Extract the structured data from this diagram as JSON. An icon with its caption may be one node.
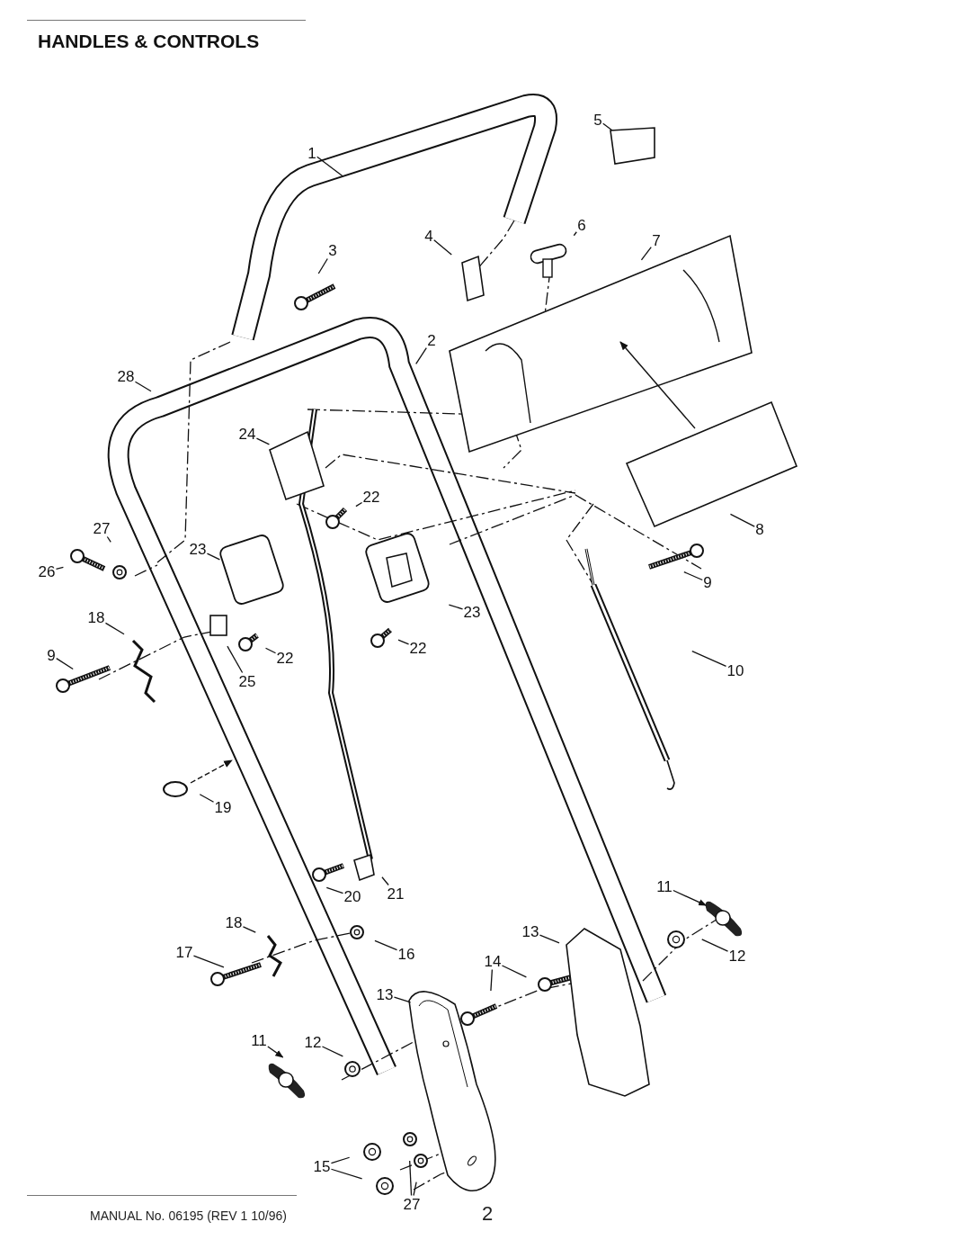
{
  "diagram": {
    "title": "HANDLES & CONTROLS",
    "nodes": [
      {
        "text": [
          "1"
        ]
      },
      {
        "text": [
          "5"
        ]
      },
      {
        "text": [
          "4"
        ]
      },
      {
        "text": [
          "6"
        ]
      },
      {
        "text": [
          "7"
        ]
      },
      {
        "text": [
          "3"
        ]
      },
      {
        "text": [
          "2"
        ]
      },
      {
        "text": [
          "28"
        ]
      },
      {
        "text": [
          "24"
        ]
      },
      {
        "text": [
          "22"
        ]
      },
      {
        "text": [
          "27"
        ]
      },
      {
        "text": [
          "8"
        ]
      },
      {
        "text": [
          "23"
        ]
      },
      {
        "text": [
          "26"
        ]
      },
      {
        "text": [
          "9"
        ]
      },
      {
        "text": [
          "23"
        ]
      },
      {
        "text": [
          "18"
        ]
      },
      {
        "text": [
          "22"
        ]
      },
      {
        "text": [
          "9"
        ]
      },
      {
        "text": [
          "22"
        ]
      },
      {
        "text": [
          "10"
        ]
      },
      {
        "text": [
          "25"
        ]
      },
      {
        "text": [
          "19"
        ]
      },
      {
        "text": [
          "11"
        ]
      },
      {
        "text": [
          "20"
        ]
      },
      {
        "text": [
          "21"
        ]
      },
      {
        "text": [
          "18"
        ]
      },
      {
        "text": [
          "13"
        ]
      },
      {
        "text": [
          "16"
        ]
      },
      {
        "text": [
          "17"
        ]
      },
      {
        "text": [
          "12"
        ]
      },
      {
        "text": [
          "14"
        ]
      },
      {
        "text": [
          "13"
        ]
      },
      {
        "text": [
          "12"
        ]
      },
      {
        "text": [
          "11"
        ]
      },
      {
        "text": [
          "15"
        ]
      },
      {
        "text": [
          "27"
        ]
      }
    ],
    "edges": [
      {
        "from": 0,
        "to": null,
        "arrow": "none"
      },
      {
        "from": 1,
        "to": null,
        "arrow": "none"
      },
      {
        "from": 2,
        "to": null,
        "arrow": "none"
      },
      {
        "from": 3,
        "to": null,
        "arrow": "none"
      },
      {
        "from": 4,
        "to": null,
        "arrow": "none"
      },
      {
        "from": 5,
        "to": null,
        "arrow": "none"
      },
      {
        "from": 6,
        "to": null,
        "arrow": "none"
      },
      {
        "from": 7,
        "to": null,
        "arrow": "none"
      },
      {
        "from": 8,
        "to": null,
        "arrow": "none"
      },
      {
        "from": 9,
        "to": null,
        "arrow": "none"
      },
      {
        "from": 10,
        "to": null,
        "arrow": "none"
      },
      {
        "from": 11,
        "to": null,
        "arrow": "none"
      },
      {
        "from": 12,
        "to": null,
        "arrow": "none"
      },
      {
        "from": 13,
        "to": null,
        "arrow": "none"
      },
      {
        "from": 14,
        "to": null,
        "arrow": "none"
      },
      {
        "from": 15,
        "to": null,
        "arrow": "none"
      },
      {
        "from": 16,
        "to": null,
        "arrow": "none"
      },
      {
        "from": 17,
        "to": null,
        "arrow": "none"
      },
      {
        "from": 18,
        "to": null,
        "arrow": "none"
      },
      {
        "from": 19,
        "to": null,
        "arrow": "none"
      },
      {
        "from": 20,
        "to": null,
        "arrow": "none"
      },
      {
        "from": 21,
        "to": null,
        "arrow": "none"
      },
      {
        "from": 22,
        "to": null,
        "arrow": "none"
      },
      {
        "from": 23,
        "to": null,
        "arrow": "to"
      },
      {
        "from": 24,
        "to": null,
        "arrow": "none"
      },
      {
        "from": 25,
        "to": null,
        "arrow": "none"
      },
      {
        "from": 26,
        "to": null,
        "arrow": "none"
      },
      {
        "from": 27,
        "to": null,
        "arrow": "none"
      },
      {
        "from": 28,
        "to": null,
        "arrow": "none"
      },
      {
        "from": 29,
        "to": null,
        "arrow": "none"
      },
      {
        "from": 30,
        "to": null,
        "arrow": "none"
      },
      {
        "from": 31,
        "to": null,
        "arrow": "none"
      },
      {
        "from": 31,
        "to": null,
        "arrow": "none"
      },
      {
        "from": 32,
        "to": null,
        "arrow": "none"
      },
      {
        "from": 33,
        "to": null,
        "arrow": "none"
      },
      {
        "from": 34,
        "to": null,
        "arrow": "to"
      },
      {
        "from": 35,
        "to": null,
        "arrow": "none"
      },
      {
        "from": 35,
        "to": null,
        "arrow": "none"
      },
      {
        "from": 36,
        "to": null,
        "arrow": "none"
      },
      {
        "from": 36,
        "to": null,
        "arrow": "none"
      }
    ],
    "labels": [
      "MANUAL No. 06195 (REV 1 10/96)",
      "2"
    ]
  }
}
